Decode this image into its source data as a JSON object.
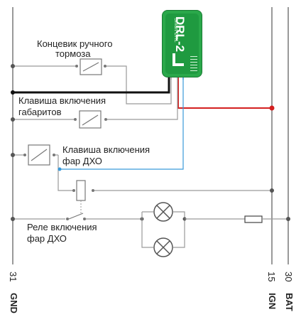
{
  "module": {
    "brand": "DRL-2",
    "subtitle": "Smart DRL",
    "body_color": "#2aa84a"
  },
  "labels": {
    "handbrake_switch": [
      "Концевик ручного",
      "тормоза"
    ],
    "parking_lights_key": [
      "Клавиша включения",
      "габаритов"
    ],
    "drl_key": [
      "Клавиша включения",
      "фар ДХО"
    ],
    "drl_relay": [
      "Реле включения",
      "фар ДХО"
    ]
  },
  "terminals": {
    "gnd": {
      "number": "31",
      "name": "GND"
    },
    "ign": {
      "number": "15",
      "name": "IGN"
    },
    "bat": {
      "number": "30",
      "name": "BAT"
    }
  },
  "wire_colors": {
    "gray": "#9a9a9a",
    "black": "#111111",
    "red": "#d42020",
    "blue": "#3a9ad9"
  }
}
